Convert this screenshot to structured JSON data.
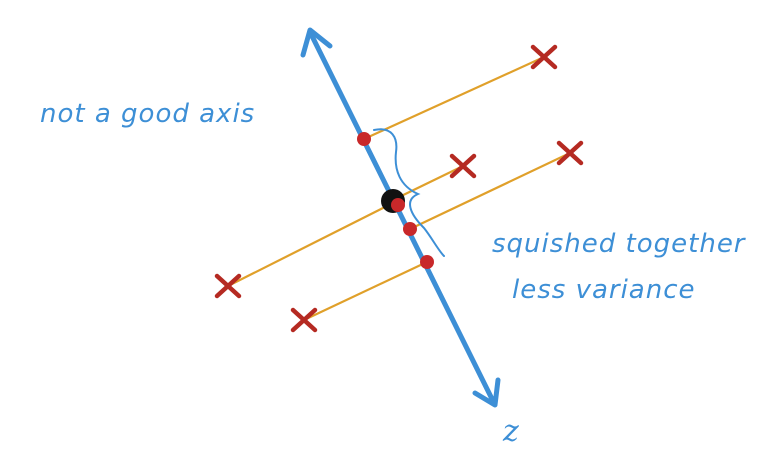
{
  "labels": {
    "bad_axis": "not a good axis",
    "squished_line1": "squished together",
    "squished_line2": "less variance",
    "axis_name": "z"
  },
  "colors": {
    "axis": "#3d8fd6",
    "projection_line": "#e0a02a",
    "cross": "#b52a22",
    "projected_point": "#c8282a",
    "mean_point": "#111111",
    "brace": "#3d8fd6",
    "background": "#ffffff"
  },
  "icons": {
    "data_point": "cross-icon",
    "projected_point": "dot-icon",
    "mean_point": "filled-circle-icon",
    "axis_arrow": "double-arrow-icon",
    "brace": "curly-brace-icon"
  }
}
